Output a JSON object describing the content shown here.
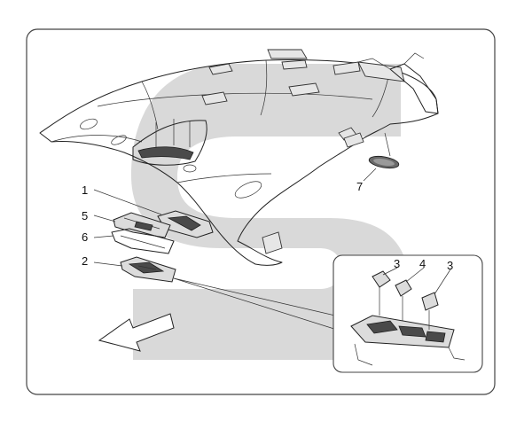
{
  "diagram": {
    "callouts": {
      "c1": "1",
      "c2": "2",
      "c3a": "3",
      "c3b": "3",
      "c4": "4",
      "c5": "5",
      "c6": "6",
      "c7": "7"
    },
    "colors": {
      "watermark": "#d9d9d9",
      "outline": "#222222",
      "part_fill": "#dcdcdc",
      "dark_part": "#4a4a4a",
      "frame": "#444444"
    }
  }
}
